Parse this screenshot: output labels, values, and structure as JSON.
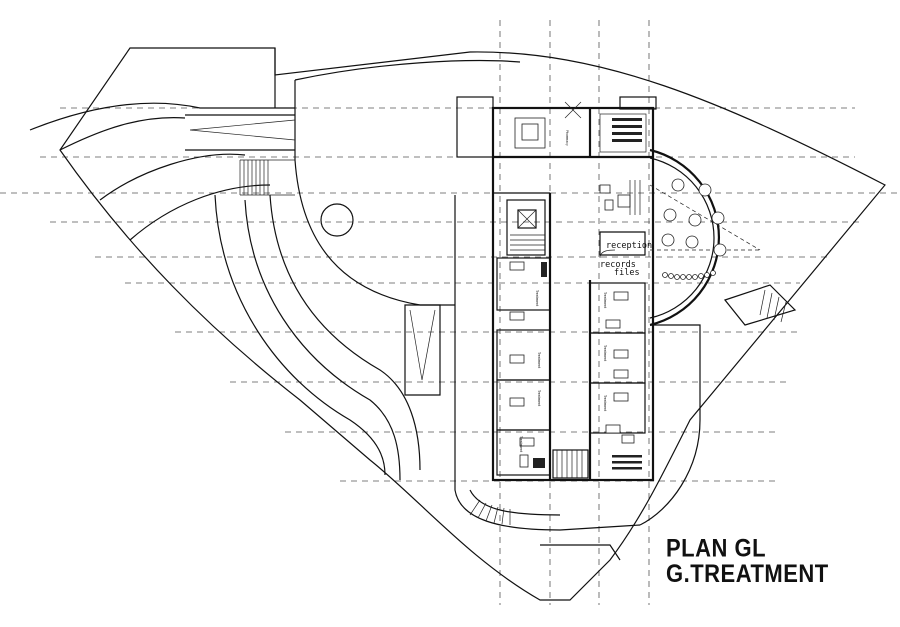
{
  "title": {
    "line1": "PLAN GL",
    "line2": "G.TREATMENT"
  },
  "labels": {
    "reception": "reception",
    "records": "records",
    "files": "files",
    "pharmacy": "Pharmacy",
    "treatment": "Treatment",
    "waiting": "Waiting"
  }
}
